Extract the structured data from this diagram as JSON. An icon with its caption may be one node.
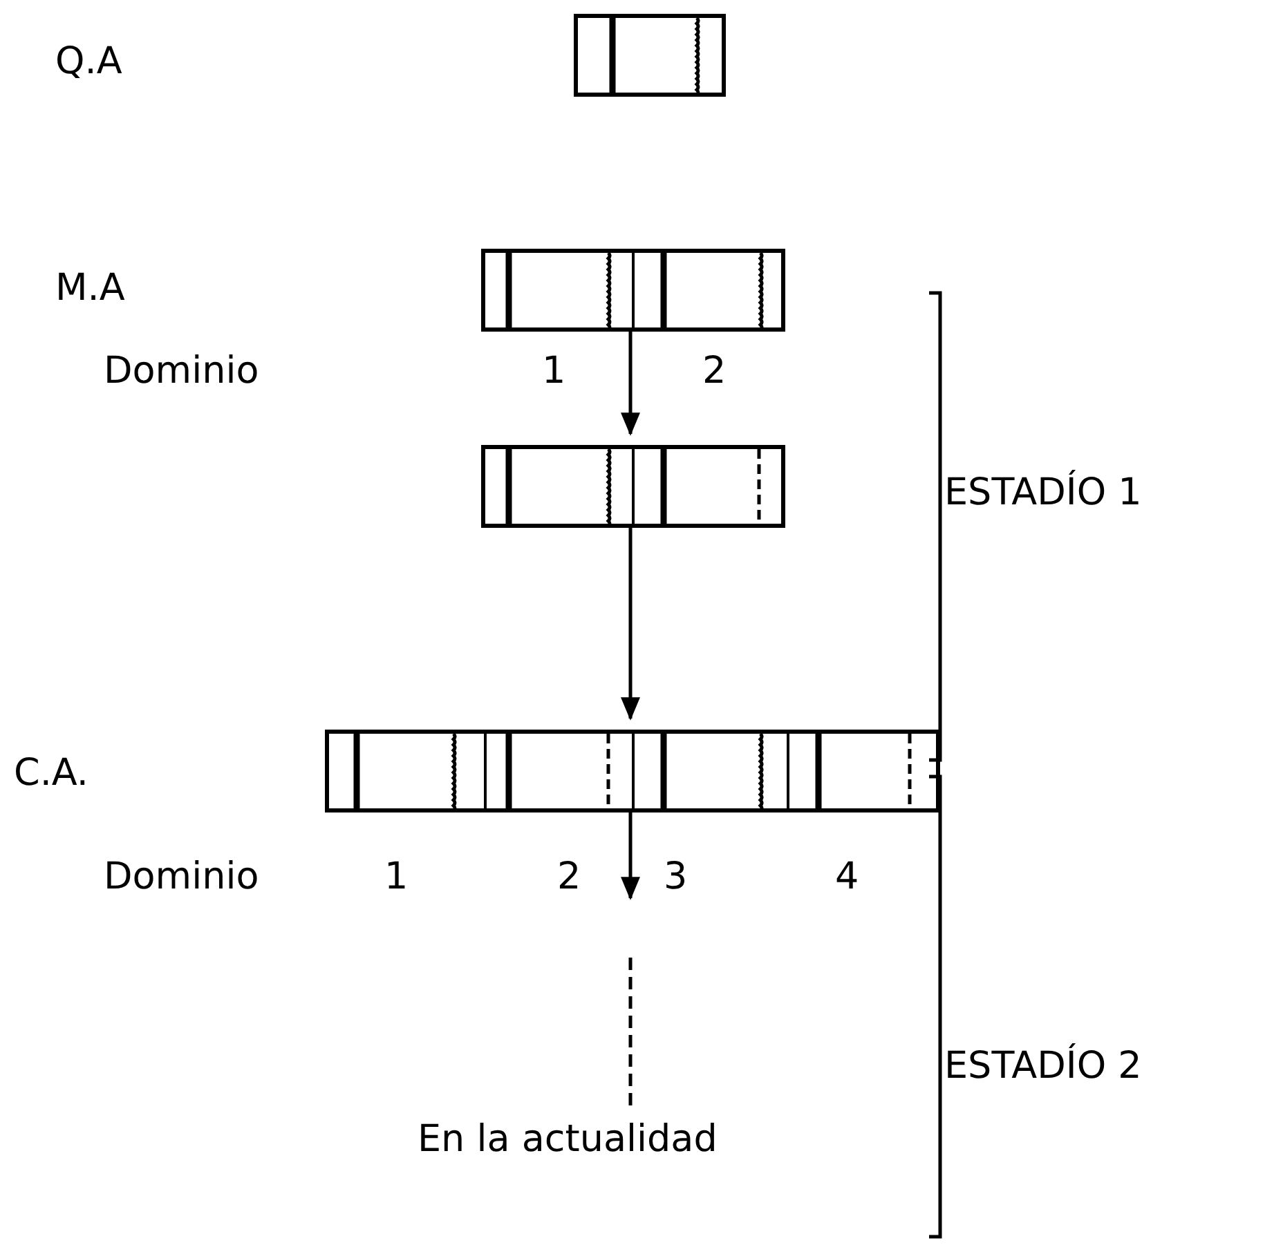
{
  "diagram": {
    "nodes": [
      {
        "text": [],
        "shape": "box"
      },
      {
        "text": [],
        "shape": "box"
      },
      {
        "text": [],
        "shape": "box"
      },
      {
        "text": [],
        "shape": "box"
      },
      {
        "text": [
          "En la actualidad"
        ]
      }
    ],
    "edges": [
      {
        "from": 1,
        "to": 2,
        "arrow": "to"
      },
      {
        "from": 2,
        "to": 3,
        "arrow": "to"
      },
      {
        "from": 3,
        "to": null,
        "arrow": "to"
      },
      {
        "from": null,
        "to": 4,
        "arrow": "none",
        "style": "dashed"
      }
    ],
    "labels": [
      "Q.A",
      "M.A",
      "Dominio",
      "1",
      "2",
      "ESTADÍO 1",
      "C.A.",
      "Dominio",
      "1",
      "2",
      "3",
      "4",
      "ESTADÍO 2"
    ]
  }
}
